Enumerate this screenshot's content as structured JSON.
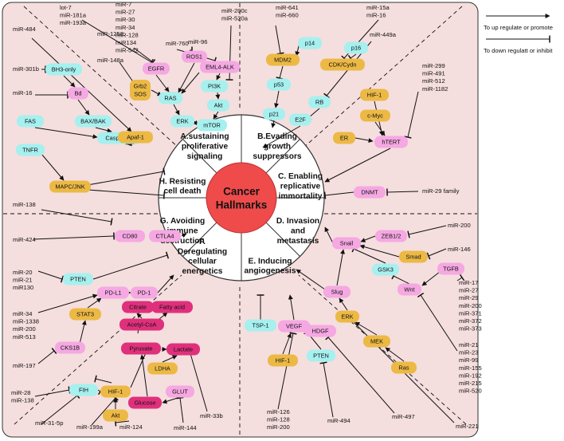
{
  "colors": {
    "background_panel": "#f5dede",
    "panel_border": "#333333",
    "center_circle": "#ef4b4b",
    "ring_fill": "#ffffff",
    "cyan_node": "#a6f0ef",
    "gold_node": "#ecb945",
    "pink_node": "#f5a8e2",
    "magenta_node": "#e0307c",
    "line": "#111111"
  },
  "center": {
    "line1": "Cancer",
    "line2": "Hallmarks"
  },
  "hallmarks": [
    {
      "id": "A",
      "lines": [
        "A.sustaining",
        "proliferative",
        "signaling"
      ]
    },
    {
      "id": "B",
      "lines": [
        "B.Evading",
        "growth",
        "suppressors"
      ]
    },
    {
      "id": "C",
      "lines": [
        "C. Enabling",
        "replicative",
        "immortality"
      ]
    },
    {
      "id": "D",
      "lines": [
        "D. Invasion",
        "and",
        "metastasis"
      ]
    },
    {
      "id": "E",
      "lines": [
        "E. Inducing",
        "angiogenesis"
      ]
    },
    {
      "id": "F",
      "lines": [
        "F.",
        "Deregulating",
        "cellular",
        "energetics"
      ]
    },
    {
      "id": "G",
      "lines": [
        "G. Avoiding",
        "immune",
        "destruction"
      ]
    },
    {
      "id": "H",
      "lines": [
        "H. Resisting",
        "cell death"
      ]
    }
  ],
  "legend": {
    "promote": "To up regulate or promote",
    "inhibit": "To down regulatt or inhibit"
  },
  "nodes": [
    {
      "key": "bh3",
      "label": "BH3-only",
      "color": "cyan"
    },
    {
      "key": "bd",
      "label": "Bd",
      "color": "pink"
    },
    {
      "key": "baxbak",
      "label": "BAX/BAK",
      "color": "cyan"
    },
    {
      "key": "fas",
      "label": "FAS",
      "color": "cyan"
    },
    {
      "key": "tnfr",
      "label": "TNFR",
      "color": "cyan"
    },
    {
      "key": "casp3",
      "label": "Caspase 3",
      "color": "cyan"
    },
    {
      "key": "mapc",
      "label": "MAPC/JNK",
      "color": "gold"
    },
    {
      "key": "apaf",
      "label": "Apaf-1",
      "color": "gold"
    },
    {
      "key": "egfr",
      "label": "EGFR",
      "color": "pink"
    },
    {
      "key": "grb2",
      "label": "Grb2 SOS",
      "color": "gold"
    },
    {
      "key": "ras1",
      "label": "RAS",
      "color": "cyan"
    },
    {
      "key": "erk1",
      "label": "ERK",
      "color": "cyan"
    },
    {
      "key": "ros1",
      "label": "ROS1",
      "color": "pink"
    },
    {
      "key": "eml4",
      "label": "EML4-ALK",
      "color": "pink"
    },
    {
      "key": "pi3k",
      "label": "PI3K",
      "color": "cyan"
    },
    {
      "key": "akt1",
      "label": "Akt",
      "color": "cyan"
    },
    {
      "key": "mtor",
      "label": "mTOR",
      "color": "cyan"
    },
    {
      "key": "mdm2",
      "label": "MDM2",
      "color": "gold"
    },
    {
      "key": "p14",
      "label": "p14",
      "color": "cyan"
    },
    {
      "key": "p53",
      "label": "p53",
      "color": "cyan"
    },
    {
      "key": "p21",
      "label": "p21",
      "color": "cyan"
    },
    {
      "key": "cdk",
      "label": "CDK/Cydn",
      "color": "gold"
    },
    {
      "key": "p16",
      "label": "p16",
      "color": "cyan"
    },
    {
      "key": "rb",
      "label": "RB",
      "color": "cyan"
    },
    {
      "key": "e2f",
      "label": "E2F",
      "color": "cyan"
    },
    {
      "key": "hif1a",
      "label": "HIF-1",
      "color": "gold"
    },
    {
      "key": "cmyc",
      "label": "c-Myc",
      "color": "gold"
    },
    {
      "key": "er",
      "label": "ER",
      "color": "gold"
    },
    {
      "key": "htert",
      "label": "hTERT",
      "color": "pink"
    },
    {
      "key": "dnmt",
      "label": "DNMT",
      "color": "pink"
    },
    {
      "key": "zeb",
      "label": "ZEB1/2",
      "color": "pink"
    },
    {
      "key": "snail",
      "label": "Snail",
      "color": "pink"
    },
    {
      "key": "smad",
      "label": "Smad",
      "color": "gold"
    },
    {
      "key": "tgfb",
      "label": "TGFB",
      "color": "pink"
    },
    {
      "key": "gsk3",
      "label": "GSK3",
      "color": "cyan"
    },
    {
      "key": "wnt",
      "label": "Wnt",
      "color": "pink"
    },
    {
      "key": "slug",
      "label": "Slug",
      "color": "pink"
    },
    {
      "key": "erk2",
      "label": "ERK",
      "color": "gold"
    },
    {
      "key": "mek",
      "label": "MEK",
      "color": "gold"
    },
    {
      "key": "ras2",
      "label": "Ras",
      "color": "gold"
    },
    {
      "key": "hdgf",
      "label": "HDGF",
      "color": "pink"
    },
    {
      "key": "tsp1",
      "label": "TSP-1",
      "color": "cyan"
    },
    {
      "key": "vegf",
      "label": "VEGF",
      "color": "pink"
    },
    {
      "key": "hif1e",
      "label": "HIF-1",
      "color": "gold"
    },
    {
      "key": "pten2",
      "label": "PTEN",
      "color": "cyan"
    },
    {
      "key": "cd80",
      "label": "CD80",
      "color": "pink"
    },
    {
      "key": "ctla4",
      "label": "CTLA4",
      "color": "pink"
    },
    {
      "key": "pten1",
      "label": "PTEN",
      "color": "cyan"
    },
    {
      "key": "pdl1",
      "label": "PD-L1",
      "color": "pink"
    },
    {
      "key": "pd1",
      "label": "PD-1",
      "color": "pink"
    },
    {
      "key": "stat3",
      "label": "STAT3",
      "color": "gold"
    },
    {
      "key": "cks1b",
      "label": "CKS1B",
      "color": "pink"
    },
    {
      "key": "citrate",
      "label": "Citrate",
      "color": "magenta"
    },
    {
      "key": "fatty",
      "label": "Fatty acid",
      "color": "magenta"
    },
    {
      "key": "acoa",
      "label": "Acetyl-CoA",
      "color": "magenta"
    },
    {
      "key": "pyruvate",
      "label": "Pyruvate",
      "color": "magenta"
    },
    {
      "key": "lactate",
      "label": "Lactate",
      "color": "magenta"
    },
    {
      "key": "ldha",
      "label": "LDHA",
      "color": "gold"
    },
    {
      "key": "glut",
      "label": "GLUT",
      "color": "pink"
    },
    {
      "key": "glucose",
      "label": "Glucose",
      "color": "magenta"
    },
    {
      "key": "fih",
      "label": "FIH",
      "color": "cyan"
    },
    {
      "key": "hif1f",
      "label": "HIF-1",
      "color": "gold"
    },
    {
      "key": "akt2",
      "label": "Akt",
      "color": "gold"
    }
  ],
  "mirna_labels": [
    {
      "key": "let7",
      "lines": [
        "lot-7",
        "miR-181a",
        "miR-193a"
      ]
    },
    {
      "key": "mir7",
      "lines": [
        "miR-7",
        "miR-27",
        "miR-30",
        "miR-34",
        "miR-128",
        "miR134",
        "miR-542"
      ]
    },
    {
      "key": "mir484",
      "lines": [
        "miR-484"
      ]
    },
    {
      "key": "mir1258",
      "lines": [
        "miR-1258"
      ]
    },
    {
      "key": "mir760",
      "lines": [
        "miR-760"
      ]
    },
    {
      "key": "mir96",
      "lines": [
        "miR-96"
      ]
    },
    {
      "key": "mir200c",
      "lines": [
        "miR-200c",
        "miR-520a"
      ]
    },
    {
      "key": "mir301b",
      "lines": [
        "miR-301b"
      ]
    },
    {
      "key": "mir148a",
      "lines": [
        "miR-148a"
      ]
    },
    {
      "key": "mir16a",
      "lines": [
        "miR-16"
      ]
    },
    {
      "key": "mir641",
      "lines": [
        "miR-641",
        "miR-660"
      ]
    },
    {
      "key": "mir15a",
      "lines": [
        "miR-15a",
        "miR-16"
      ]
    },
    {
      "key": "mir449a",
      "lines": [
        "miR-449a"
      ]
    },
    {
      "key": "mir299",
      "lines": [
        "miR-299",
        "miR-491",
        "miR-512",
        "miR-1182"
      ]
    },
    {
      "key": "mir29fam",
      "lines": [
        "miR-29 family"
      ]
    },
    {
      "key": "mir138a",
      "lines": [
        "miR-138"
      ]
    },
    {
      "key": "mir424",
      "lines": [
        "miR-424"
      ]
    },
    {
      "key": "mir200a",
      "lines": [
        "miR-200"
      ]
    },
    {
      "key": "mir146",
      "lines": [
        "miR-146"
      ]
    },
    {
      "key": "mir17",
      "lines": [
        "miR-17",
        "miR-27",
        "miR-29",
        "miR-200",
        "miR-371",
        "miR-372",
        "miR-373"
      ]
    },
    {
      "key": "mir21b",
      "lines": [
        "miR-21",
        "miR-23",
        "miR-99",
        "miR-155",
        "miR-192",
        "miR-215",
        "miR-520"
      ]
    },
    {
      "key": "mir221",
      "lines": [
        "miR-221"
      ]
    },
    {
      "key": "mir20",
      "lines": [
        "miR-20",
        "miR-21",
        "miR130"
      ]
    },
    {
      "key": "mir34",
      "lines": [
        "miR-34",
        "miR-1338",
        "miR-200",
        "miR-513"
      ]
    },
    {
      "key": "mir197",
      "lines": [
        "miR-197"
      ]
    },
    {
      "key": "mir28",
      "lines": [
        "miR-28",
        "miR-138"
      ]
    },
    {
      "key": "mir31",
      "lines": [
        "miR-31-5p"
      ]
    },
    {
      "key": "mir199a",
      "lines": [
        "miR-199a"
      ]
    },
    {
      "key": "mir124",
      "lines": [
        "miR-124"
      ]
    },
    {
      "key": "mir144",
      "lines": [
        "miR-144"
      ]
    },
    {
      "key": "mir33b",
      "lines": [
        "miR-33b"
      ]
    },
    {
      "key": "mir126",
      "lines": [
        "miR-126",
        "miR-128",
        "miR-200"
      ]
    },
    {
      "key": "mir494",
      "lines": [
        "miR-494"
      ]
    },
    {
      "key": "mir497",
      "lines": [
        "miR-497"
      ]
    }
  ]
}
